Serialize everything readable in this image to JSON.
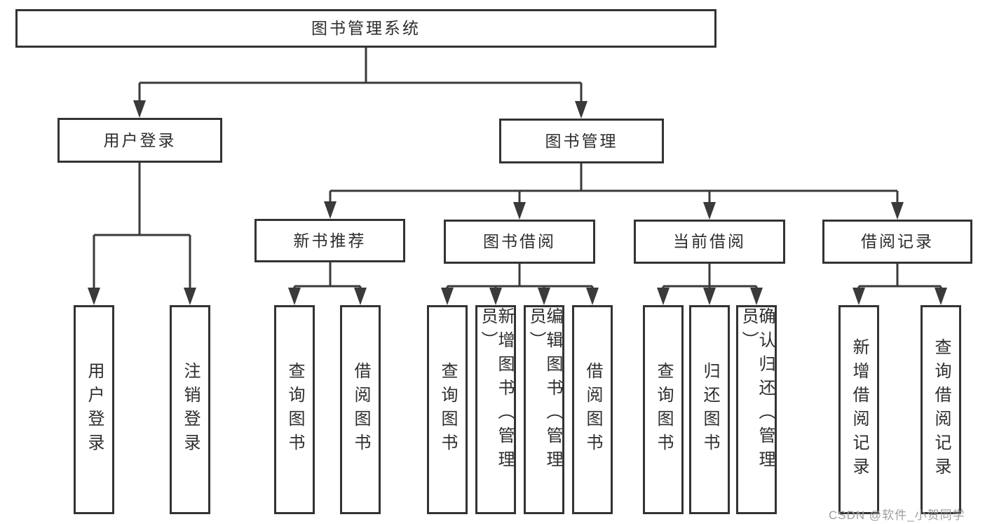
{
  "diagram": {
    "root": {
      "label": "图书管理系统"
    },
    "level2": [
      {
        "label": "用户登录"
      },
      {
        "label": "图书管理"
      }
    ],
    "level3": [
      {
        "label": "新书推荐"
      },
      {
        "label": "图书借阅"
      },
      {
        "label": "当前借阅"
      },
      {
        "label": "借阅记录"
      }
    ],
    "leaves": {
      "login": [
        {
          "label": "用户登录"
        },
        {
          "label": "注销登录"
        }
      ],
      "new_book": [
        {
          "label": "查询图书"
        },
        {
          "label": "借阅图书"
        }
      ],
      "book_borrow": [
        {
          "label": "查询图书"
        },
        {
          "label": "新增图书（管理员）"
        },
        {
          "label": "编辑图书（管理员）"
        },
        {
          "label": "借阅图书"
        }
      ],
      "current_borrow": [
        {
          "label": "查询图书"
        },
        {
          "label": "归还图书"
        },
        {
          "label": "确认归还（管理员）"
        }
      ],
      "borrow_records": [
        {
          "label": "新增借阅记录"
        },
        {
          "label": "查询借阅记录"
        }
      ]
    },
    "watermark": "CSDN @软件_小贺同学",
    "colors": {
      "line": "#3a3a3a",
      "box_border": "#333333",
      "text": "#2d2d2d",
      "watermark": "#9e9e9e",
      "background": "#ffffff"
    }
  }
}
